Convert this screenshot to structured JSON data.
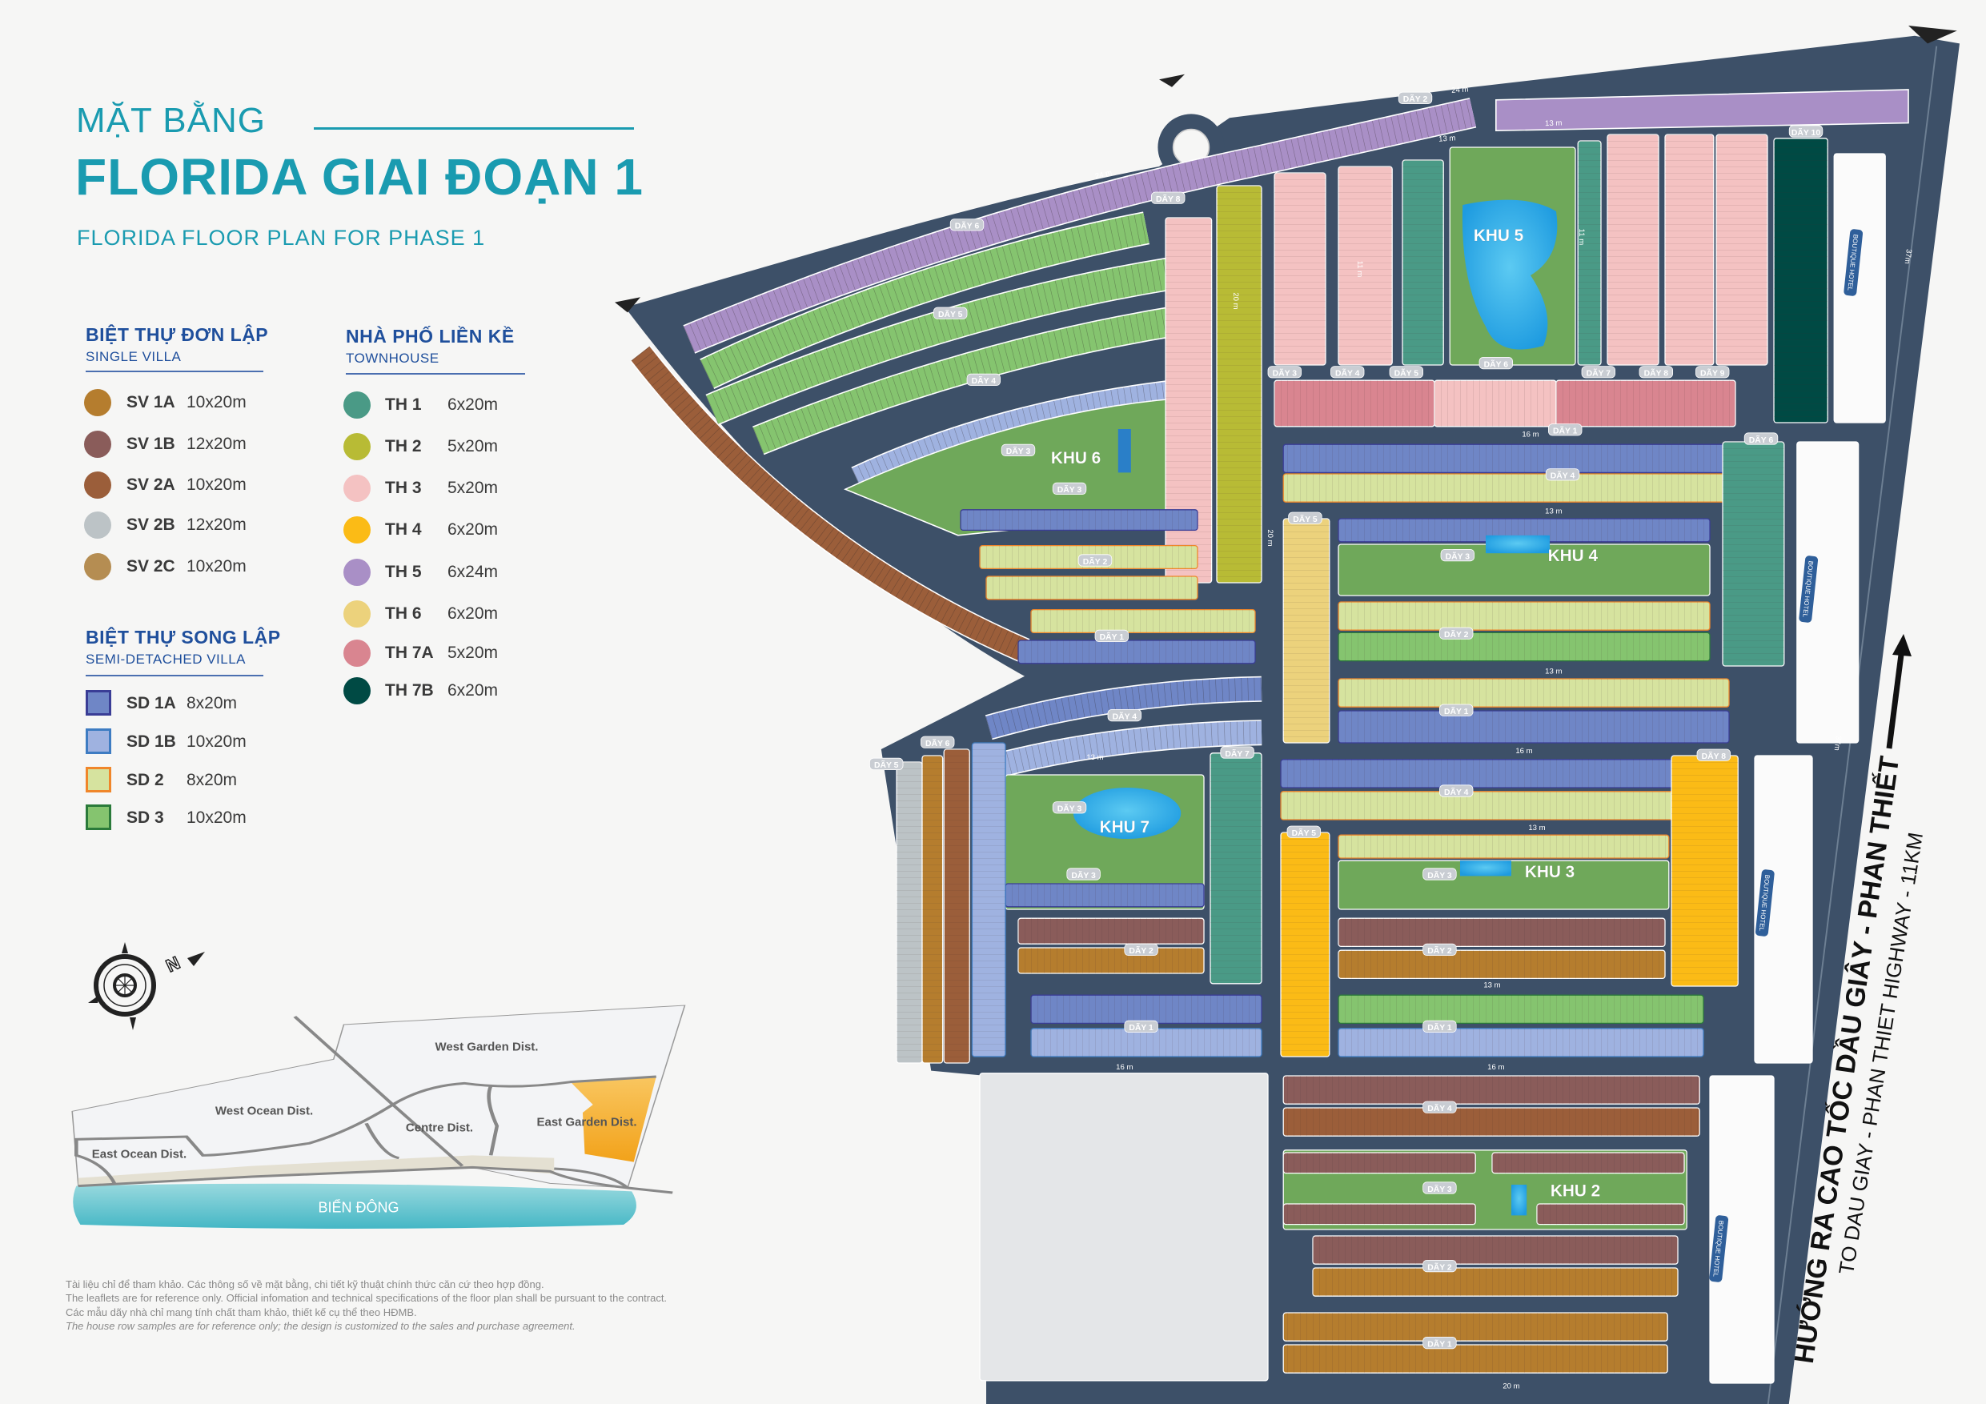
{
  "header": {
    "title_small": "MẶT BẰNG",
    "title_main": "FLORIDA GIAI ĐOẠN 1",
    "subtitle": "FLORIDA FLOOR PLAN FOR PHASE 1"
  },
  "legend": {
    "single_villa": {
      "title": "BIỆT THỰ ĐƠN LẬP",
      "subtitle": "SINGLE VILLA",
      "items": [
        {
          "code": "SV 1A",
          "size": "10x20m",
          "color": "#b57d2e"
        },
        {
          "code": "SV 1B",
          "size": "12x20m",
          "color": "#8a5c5a"
        },
        {
          "code": "SV 2A",
          "size": "10x20m",
          "color": "#9b5e3a"
        },
        {
          "code": "SV 2B",
          "size": "12x20m",
          "color": "#bcc3c6"
        },
        {
          "code": "SV 2C",
          "size": "10x20m",
          "color": "#b58d52"
        }
      ]
    },
    "townhouse": {
      "title": "NHÀ PHỐ LIỀN KỀ",
      "subtitle": "TOWNHOUSE",
      "items": [
        {
          "code": "TH 1",
          "size": "6x20m",
          "color": "#4a9a86"
        },
        {
          "code": "TH 2",
          "size": "5x20m",
          "color": "#b8bb35"
        },
        {
          "code": "TH 3",
          "size": "5x20m",
          "color": "#f4c2c2"
        },
        {
          "code": "TH 4",
          "size": "6x20m",
          "color": "#fbbb16"
        },
        {
          "code": "TH 5",
          "size": "6x24m",
          "color": "#a98fc6"
        },
        {
          "code": "TH 6",
          "size": "6x20m",
          "color": "#ecd27c"
        },
        {
          "code": "TH 7A",
          "size": "5x20m",
          "color": "#d98590"
        },
        {
          "code": "TH 7B",
          "size": "6x20m",
          "color": "#004a44"
        }
      ]
    },
    "semi_detached": {
      "title": "BIỆT THỰ SONG LẬP",
      "subtitle": "SEMI-DETACHED VILLA",
      "items": [
        {
          "code": "SD 1A",
          "size": "8x20m",
          "color": "#6f86c6",
          "border": "#3a3d96"
        },
        {
          "code": "SD 1B",
          "size": "10x20m",
          "color": "#9fb2e0",
          "border": "#3e7cc2"
        },
        {
          "code": "SD 2",
          "size": "8x20m",
          "color": "#d6e39f",
          "border": "#f0862a"
        },
        {
          "code": "SD 3",
          "size": "10x20m",
          "color": "#85c46f",
          "border": "#2a7a3a"
        }
      ]
    }
  },
  "compass": {
    "label": "N"
  },
  "locator": {
    "districts": [
      "West Garden Dist.",
      "West Ocean Dist.",
      "Centre Dist.",
      "East Garden Dist.",
      "East Ocean Dist."
    ],
    "sea": "BIỂN ĐÔNG",
    "highlight_color": "#f5a623"
  },
  "map": {
    "zones": [
      "KHU 2",
      "KHU 3",
      "KHU 4",
      "KHU 5",
      "KHU 6",
      "KHU 7"
    ],
    "row_labels": [
      "DÃY 2",
      "DÃY 8",
      "DÃY 6",
      "DÃY 5",
      "DÃY 4",
      "DÃY 3",
      "DÃY 3",
      "DÃY 2",
      "DÃY 1",
      "DÃY 10",
      "DÃY 3",
      "DÃY 4",
      "DÃY 5",
      "DÃY 6",
      "DÃY 7",
      "DÃY 8",
      "DÃY 9",
      "DÃY 1",
      "DÃY 4",
      "DÃY 5",
      "DÃY 3",
      "DÃY 2",
      "DÃY 1",
      "DÃY 6",
      "DÃY 4",
      "DÃY 7",
      "DÃY 6",
      "DÃY 5",
      "DÃY 3",
      "DÃY 3",
      "DÃY 2",
      "DÃY 1",
      "DÃY 4",
      "DÃY 5",
      "DÃY 8",
      "DÃY 3",
      "DÃY 2",
      "DÃY 1",
      "DÃY 4",
      "DÃY 3",
      "DÃY 2",
      "DÃY 1"
    ],
    "road_labels": [
      "24 m",
      "24 m",
      "13 m",
      "13 m",
      "16 m",
      "16 m",
      "16 m",
      "16 m",
      "20 m",
      "20 m",
      "20 m",
      "37m",
      "37m",
      "13 m",
      "13 m",
      "13 m",
      "13 m",
      "11 m",
      "11 m",
      "13 m"
    ],
    "hotel_label": "BOUTIQUE HOTEL",
    "road_color": "#3d5068",
    "park_color": "#6fa85a"
  },
  "highway": {
    "vi": "HƯỚNG RA CAO TỐC DẦU GIÂY - PHAN THIẾT",
    "en": "TO DAU GIAY - PHAN THIET HIGHWAY - 11KM"
  },
  "disclaimer": [
    "Tài liệu chỉ để tham khảo. Các thông số về mặt bằng, chi tiết kỹ thuật chính thức căn cứ theo hợp đồng.",
    "The leaflets are for reference only. Official infomation and technical specifications of the floor plan shall be pursuant to the contract.",
    "Các mẫu dãy nhà chỉ mang tính chất tham khảo, thiết kế cụ thể theo HĐMB.",
    "The house row samples are for reference only; the design is customized to the sales and purchase agreement."
  ]
}
